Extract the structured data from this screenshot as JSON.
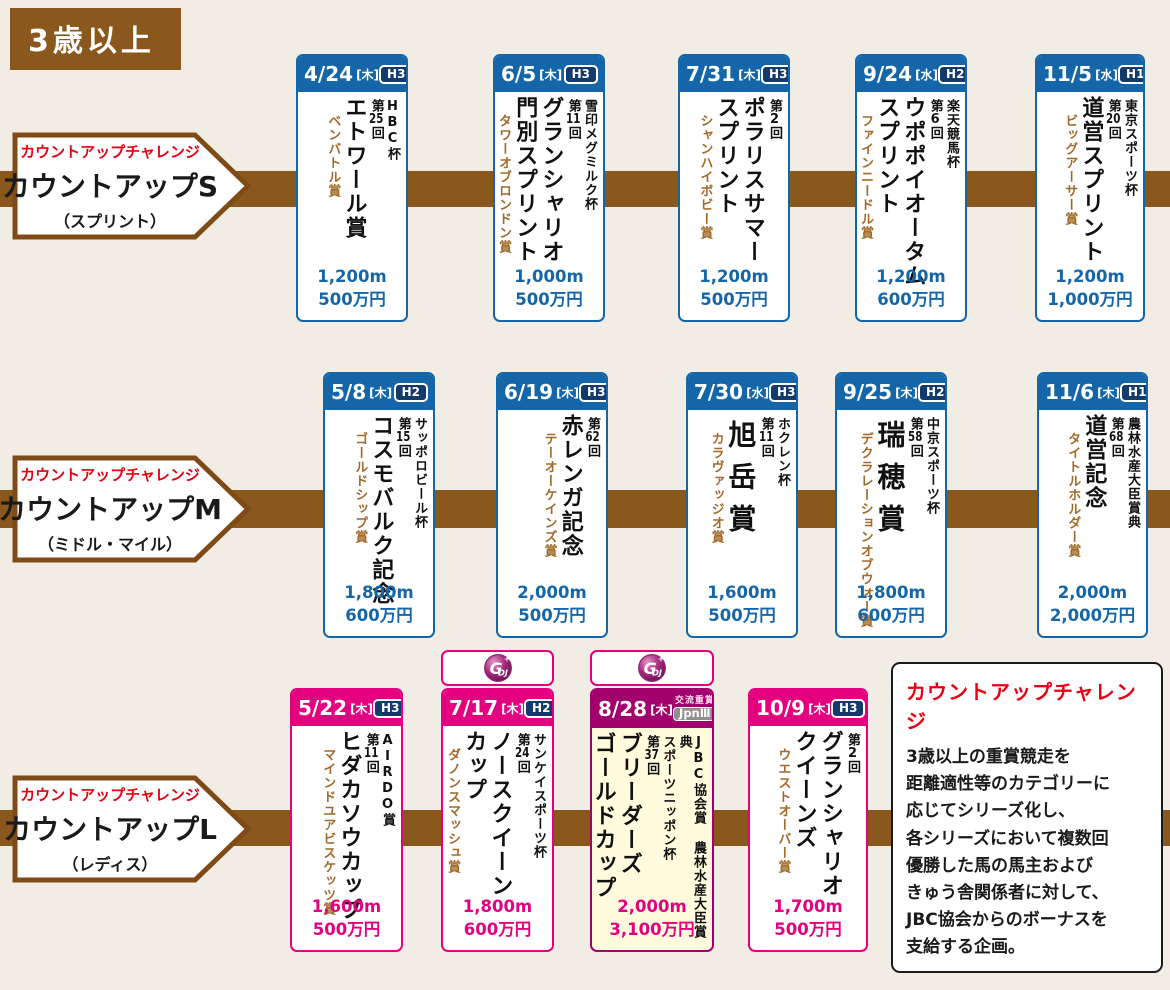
{
  "header": {
    "age_label": "3歳以上"
  },
  "colors": {
    "timeline_brown": "#8a571c",
    "series_sm_blue": "#1566a8",
    "series_l_pink": "#e4007f",
    "jpn_race_purple": "#a1006d",
    "bonus_text_brown": "#a26a2a",
    "tagline_red": "#e60012",
    "highlight_card_bg": "#fffbdc"
  },
  "logo": {
    "g": "G",
    "dj": "DJ",
    "sparkle": "+"
  },
  "series": [
    {
      "tagline": "カウントアップチャレンジ",
      "name": "カウントアップS",
      "subtitle": "（スプリント）",
      "races": [
        {
          "date": "4/24",
          "day": "[木]",
          "grade": "H3",
          "sponsors": [
            "HBC杯"
          ],
          "round": "第25回",
          "title": [
            "エトワール賞"
          ],
          "bonus": "ベンバトル賞",
          "distance": "1,200m",
          "prize": "500万円"
        },
        {
          "date": "6/5",
          "day": "[木]",
          "grade": "H3",
          "sponsors": [
            "雪印メグミルク杯"
          ],
          "round": "第11回",
          "title": [
            "グランシャリオ",
            "門別スプリント"
          ],
          "bonus": "タワーオブロンドン賞",
          "distance": "1,000m",
          "prize": "500万円"
        },
        {
          "date": "7/31",
          "day": "[木]",
          "grade": "H3",
          "sponsors": [],
          "round": "第2回",
          "title": [
            "ポラリスサマー",
            "スプリント"
          ],
          "bonus": "シャンハイボビー賞",
          "distance": "1,200m",
          "prize": "500万円"
        },
        {
          "date": "9/24",
          "day": "[水]",
          "grade": "H2",
          "sponsors": [
            "楽天競馬杯"
          ],
          "round": "第6回",
          "title": [
            "ウポポイオータム",
            "スプリント"
          ],
          "bonus": "ファインニードル賞",
          "distance": "1,200m",
          "prize": "600万円"
        },
        {
          "date": "11/5",
          "day": "[水]",
          "grade": "H1",
          "sponsors": [
            "東京スポーツ杯"
          ],
          "round": "第20回",
          "title": [
            "道営スプリント"
          ],
          "bonus": "ビッグアーサー賞",
          "distance": "1,200m",
          "prize": "1,000万円"
        }
      ]
    },
    {
      "tagline": "カウントアップチャレンジ",
      "name": "カウントアップM",
      "subtitle": "（ミドル・マイル）",
      "races": [
        {
          "date": "5/8",
          "day": "[木]",
          "grade": "H2",
          "sponsors": [
            "サッポロビール杯"
          ],
          "round": "第15回",
          "title": [
            "コスモバルク記念"
          ],
          "bonus": "ゴールドシップ賞",
          "distance": "1,800m",
          "prize": "600万円"
        },
        {
          "date": "6/19",
          "day": "[木]",
          "grade": "H3",
          "sponsors": [],
          "round": "第62回",
          "title": [
            "赤レンガ記念"
          ],
          "bonus": "テーオーケインズ賞",
          "distance": "2,000m",
          "prize": "500万円"
        },
        {
          "date": "7/30",
          "day": "[水]",
          "grade": "H3",
          "sponsors": [
            "ホクレン杯"
          ],
          "round": "第11回",
          "title": [
            "旭岳賞"
          ],
          "bonus": "カラヴァッジオ賞",
          "distance": "1,600m",
          "prize": "500万円"
        },
        {
          "date": "9/25",
          "day": "[木]",
          "grade": "H2",
          "sponsors": [
            "中京スポーツ杯"
          ],
          "round": "第58回",
          "title": [
            "瑞穂賞"
          ],
          "bonus": "デクラレーションオブウォー賞",
          "distance": "1,800m",
          "prize": "600万円"
        },
        {
          "date": "11/6",
          "day": "[木]",
          "grade": "H1",
          "sponsors": [
            "農林水産大臣賞典"
          ],
          "round": "第68回",
          "title": [
            "道営記念"
          ],
          "bonus": "タイトルホルダー賞",
          "distance": "2,000m",
          "prize": "2,000万円"
        }
      ]
    },
    {
      "tagline": "カウントアップチャレンジ",
      "name": "カウントアップL",
      "subtitle": "（レディス）",
      "races": [
        {
          "date": "5/22",
          "day": "[木]",
          "grade": "H3",
          "sponsors": [
            "AIRDO賞"
          ],
          "round": "第11回",
          "title": [
            "ヒダカソウカップ"
          ],
          "bonus": "マインドユアビスケッツ賞",
          "distance": "1,600m",
          "prize": "500万円"
        },
        {
          "date": "7/17",
          "day": "[木]",
          "grade": "H2",
          "sponsors": [
            "サンケイスポーツ杯"
          ],
          "round": "第24回",
          "title": [
            "ノースクイーン",
            "カップ"
          ],
          "bonus": "ダノンスマッシュ賞",
          "distance": "1,800m",
          "prize": "600万円"
        },
        {
          "date": "8/28",
          "day": "[木]",
          "special_grade": {
            "label": "交流重賞",
            "grade": "JpnⅢ"
          },
          "sponsors": [
            "JBC協会賞 農林水産大臣賞典",
            "スポーツニッポン杯"
          ],
          "round": "第37回",
          "title": [
            "ブリーダーズ",
            "ゴールドカップ"
          ],
          "distance": "2,000m",
          "prize": "3,100万円"
        },
        {
          "date": "10/9",
          "day": "[木]",
          "grade": "H3",
          "sponsors": [],
          "round": "第2回",
          "title": [
            "グランシャリオ",
            "クイーンズ"
          ],
          "bonus": "ウエストオーバー賞",
          "distance": "1,700m",
          "prize": "500万円"
        }
      ]
    }
  ],
  "info_box": {
    "title": "カウントアップチャレンジ",
    "lines": [
      "3歳以上の重賞競走を",
      "距離適性等のカテゴリーに",
      "応じてシリーズ化し、",
      "各シリーズにおいて複数回",
      "優勝した馬の馬主および",
      "きゅう舎関係者に対して、",
      "JBC協会からのボーナスを",
      "支給する企画。"
    ]
  }
}
